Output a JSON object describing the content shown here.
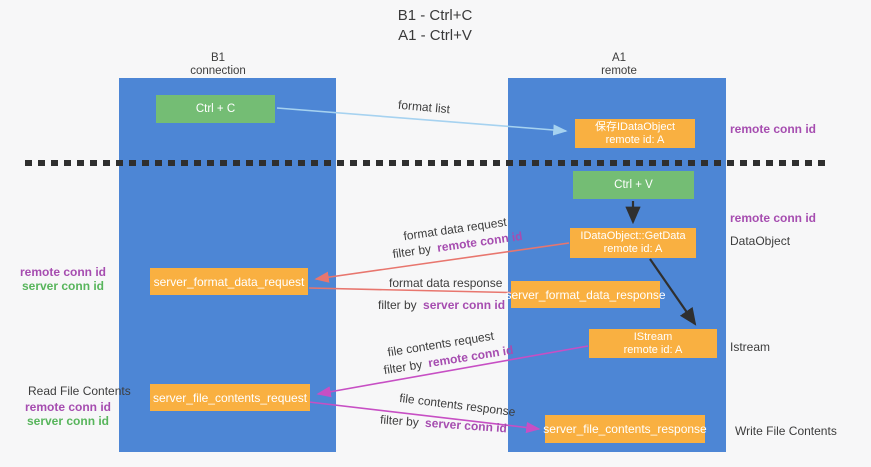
{
  "title": {
    "line1": "B1 - Ctrl+C",
    "line2": "A1 - Ctrl+V"
  },
  "lanes": {
    "left": {
      "name": "B1",
      "role": "connection"
    },
    "right": {
      "name": "A1",
      "role": "remote"
    }
  },
  "nodes": {
    "ctrl_c": {
      "label": "Ctrl + C"
    },
    "save_idataobject": {
      "line1": "保存IDataObject",
      "line2": "remote id: A"
    },
    "ctrl_v": {
      "label": "Ctrl + V"
    },
    "idataobject_getdata": {
      "line1": "IDataObject::GetData",
      "line2": "remote id: A"
    },
    "server_format_data_request": {
      "label": "server_format_data_request"
    },
    "server_format_data_response": {
      "label": "server_format_data_response"
    },
    "istream": {
      "line1": "IStream",
      "line2": "remote id: A"
    },
    "server_file_contents_request": {
      "label": "server_file_contents_request"
    },
    "server_file_contents_response": {
      "label": "server_file_contents_response"
    }
  },
  "terms": {
    "remote_conn_id": "remote conn id",
    "server_conn_id": "server conn id",
    "filter_by": "filter by"
  },
  "edge_labels": {
    "format_list": "format list",
    "format_data_request": "format data request",
    "format_data_response": "format data response",
    "file_contents_request": "file contents request",
    "file_contents_response": "file contents response"
  },
  "side_labels": {
    "dataobject": "DataObject",
    "istream": "Istream",
    "read_file_contents": "Read File Contents",
    "write_file_contents": "Write File Contents"
  },
  "colors": {
    "lane_blue": "#4d86d5",
    "node_green": "#74bd74",
    "node_orange": "#f9b041",
    "arrow_light_blue": "#a6d2f0",
    "arrow_salmon": "#e8766e",
    "arrow_magenta": "#c74fc4",
    "arrow_black": "#2f2f2f",
    "text_purple": "#a64db0",
    "text_green": "#58b55c",
    "text_dark": "#3d3d3d"
  }
}
